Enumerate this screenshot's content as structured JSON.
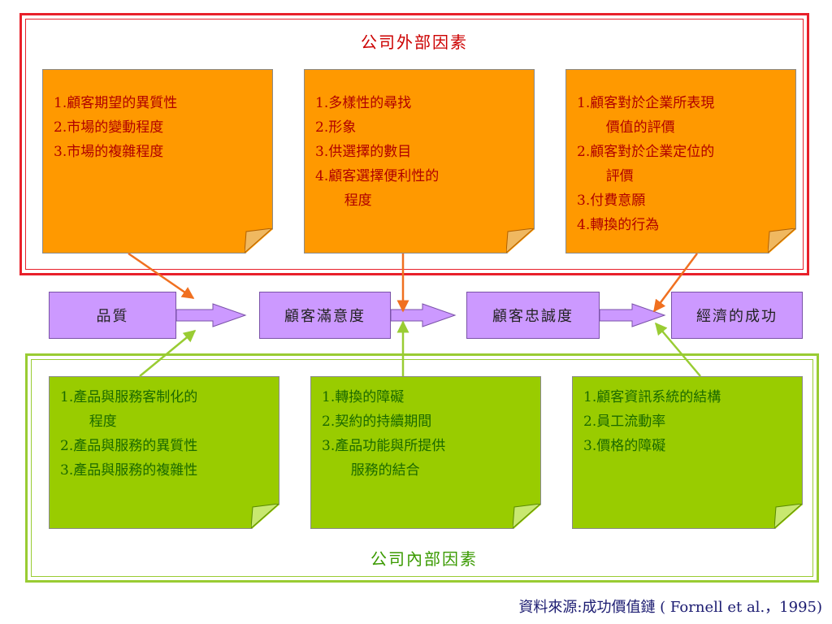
{
  "external": {
    "title": "公司外部因素",
    "notes": [
      {
        "items": [
          "1.顧客期望的異質性",
          "2.市場的變動程度",
          "3.市場的複雜程度"
        ],
        "cont": []
      },
      {
        "items": [
          "1.多樣性的尋找",
          "2.形象",
          "3.供選擇的數目",
          "4.顧客選擇便利性的",
          "程度"
        ],
        "cont": [
          4
        ]
      },
      {
        "items": [
          "1.顧客對於企業所表現",
          "價值的評價",
          "2.顧客對於企業定位的",
          "評價",
          "3.付費意願",
          "4.轉換的行為"
        ],
        "cont": [
          1,
          3
        ]
      }
    ]
  },
  "chain": {
    "boxes": [
      "品質",
      "顧客滿意度",
      "顧客忠誠度",
      "經濟的成功"
    ]
  },
  "internal": {
    "title": "公司內部因素",
    "notes": [
      {
        "items": [
          "1.產品與服務客制化的",
          "程度",
          "2.產品與服務的異質性",
          "3.產品與服務的複雜性"
        ],
        "cont": [
          1
        ]
      },
      {
        "items": [
          "1.轉換的障礙",
          "2.契約的持續期間",
          "3.產品功能與所提供",
          "服務的結合"
        ],
        "cont": [
          3
        ]
      },
      {
        "items": [
          "1.顧客資訊系統的結構",
          "2.員工流動率",
          "3.價格的障礙"
        ],
        "cont": []
      }
    ]
  },
  "caption": "資料來源:成功價值鏈 ( Fornell et al.，1995)",
  "colors": {
    "external_frame": "#e8202a",
    "internal_frame": "#99cc33",
    "orange_note": "#ff9900",
    "green_note": "#99cc00",
    "chain_box": "#cc99ff",
    "orange_arrow": "#f07020",
    "green_arrow": "#99cc33"
  }
}
